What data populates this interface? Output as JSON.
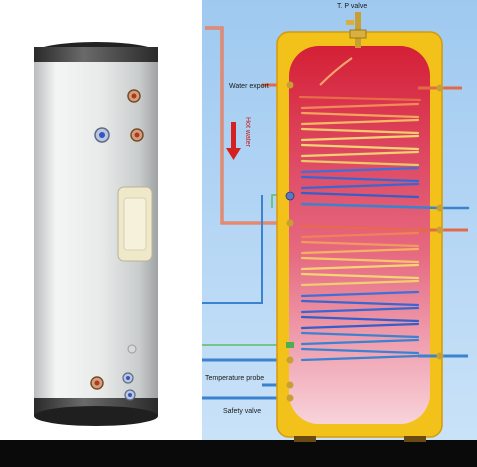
{
  "labels": {
    "tp_valve": "T. P valve",
    "water_export": "Water export",
    "hot_water": "Hot water",
    "temperature_probe": "Temperature probe",
    "safety_valve": "Safety valve"
  },
  "colors": {
    "background_left": "#ffffff",
    "background_right": "#b8d8f5",
    "tank_shell": "#f2c21b",
    "tank_outline": "#d49a0c",
    "tank_hot": "#d9253a",
    "tank_cool": "#f7c6cc",
    "coil_hot": "#f4d36a",
    "coil_cold": "#3a6fd8",
    "pipe_hot": "#e25a3a",
    "pipe_cold": "#3b82d0",
    "brass": "#c8a032",
    "cylinder_body": "#e9ebeb",
    "cylinder_cap": "#3a3a3a",
    "bottom_band": "#0a0a0a"
  },
  "icons": [
    "down-arrow-icon"
  ]
}
